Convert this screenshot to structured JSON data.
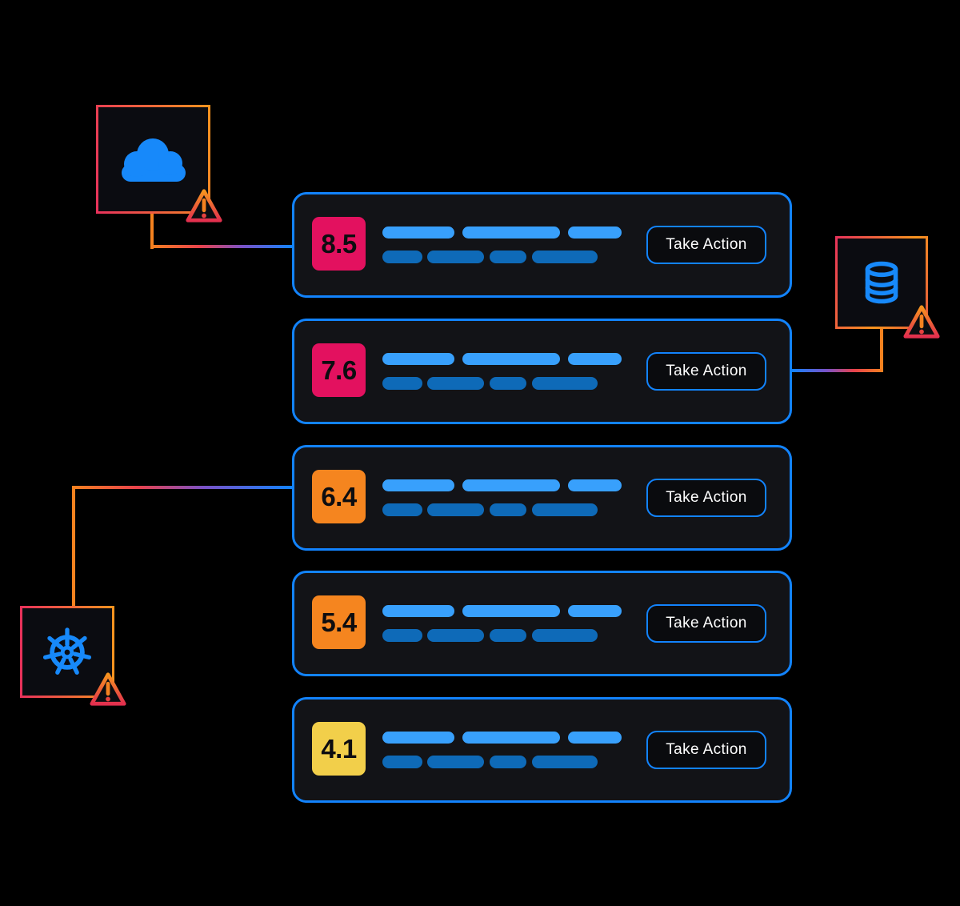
{
  "diagram": {
    "description": "Prioritized risk findings list with severity scores connected to cloud, database and kubernetes asset alerts"
  },
  "cards": [
    {
      "score": "8.5",
      "badge_color": "#e3115f",
      "action_label": "Take Action"
    },
    {
      "score": "7.6",
      "badge_color": "#e3115f",
      "action_label": "Take Action"
    },
    {
      "score": "6.4",
      "badge_color": "#f5851f",
      "action_label": "Take Action"
    },
    {
      "score": "5.4",
      "badge_color": "#f5851f",
      "action_label": "Take Action"
    },
    {
      "score": "4.1",
      "badge_color": "#f2cf4a",
      "action_label": "Take Action"
    }
  ],
  "icons": {
    "cloud": "cloud-icon",
    "database": "database-icon",
    "kubernetes": "kubernetes-icon",
    "alert": "alert-triangle-icon"
  },
  "palette": {
    "card_border_blue": "#1283fd",
    "card_background": "#121317",
    "bar_light_blue": "#38a0fc",
    "bar_dark_blue": "#0e6ab8",
    "icon_blue": "#1789fa",
    "warm_gradient_red": "#e8315b",
    "warm_gradient_orange": "#f7941e",
    "alert_orange": "#f58220",
    "alert_red": "#e8423f",
    "background": "#000000"
  }
}
